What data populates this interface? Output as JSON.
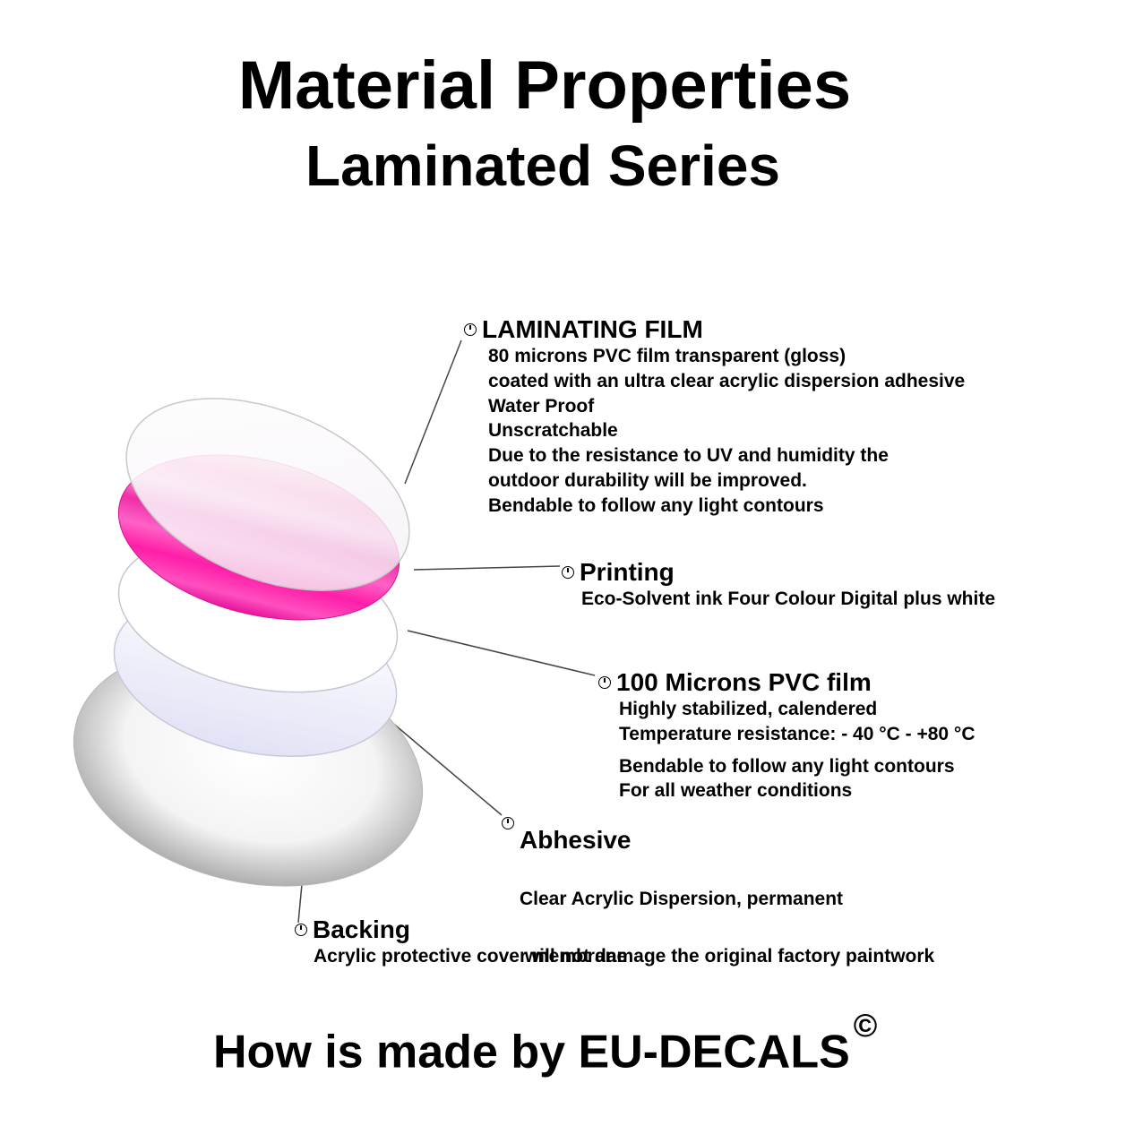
{
  "title": "Material Properties",
  "subtitle": "Laminated Series",
  "callouts": [
    {
      "heading": "LAMINATING FILM",
      "lines": [
        "80 microns PVC film transparent (gloss)",
        "coated with an ultra clear acrylic dispersion adhesive",
        "Water Proof",
        "Unscratchable",
        "Due to the resistance to UV and humidity the",
        "outdoor durability will be improved.",
        "Bendable to follow any light contours"
      ]
    },
    {
      "heading": "Printing",
      "lines": [
        "Eco-Solvent ink Four Colour Digital plus white"
      ]
    },
    {
      "heading": "100 Microns PVC film",
      "lines": [
        "Highly stabilized, calendered",
        "Temperature resistance: - 40 °C - +80 °C",
        "Bendable to follow any light contours",
        "For all weather conditions"
      ]
    },
    {
      "heading": "Abhesive",
      "lines": [
        "Clear Acrylic Dispersion, permanent",
        " will not damage the original factory paintwork"
      ]
    },
    {
      "heading": "Backing",
      "lines": [
        "Acrylic protective cover membrane"
      ]
    }
  ],
  "footer": {
    "text": "How is made by EU-DECALS",
    "mark": "©"
  },
  "colors": {
    "print_layer": "#ff1ea8",
    "film_layer": "#ffffff",
    "pvc_layer": "#e6e6fa",
    "backing_layer": "#d4d4d4"
  }
}
